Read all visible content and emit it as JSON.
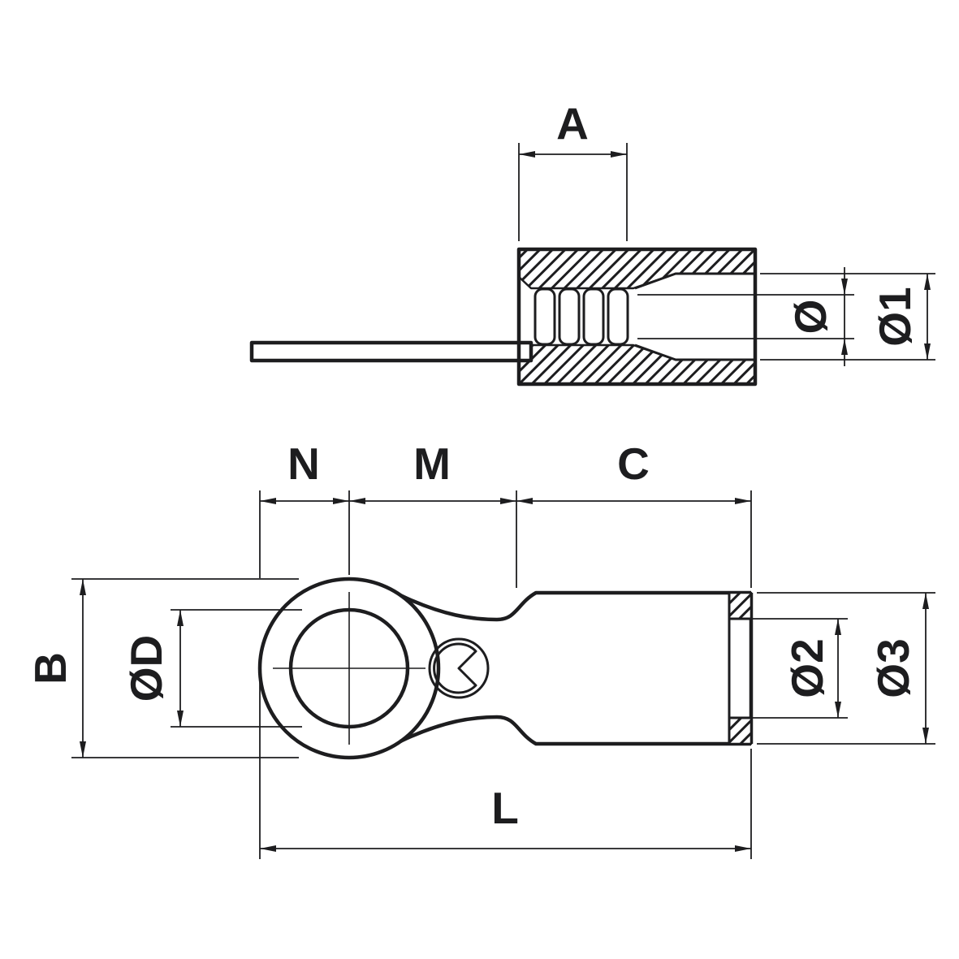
{
  "drawing": {
    "background_color": "#ffffff",
    "line_color": "#1d1d1f",
    "side_view": {
      "dim_A": "A",
      "dim_dia": "Ø",
      "dim_dia1": "Ø1"
    },
    "plan_view": {
      "dim_N": "N",
      "dim_M": "M",
      "dim_C": "C",
      "dim_B": "B",
      "dim_diaD": "ØD",
      "dim_dia2": "Ø2",
      "dim_dia3": "Ø3",
      "dim_L": "L"
    }
  }
}
